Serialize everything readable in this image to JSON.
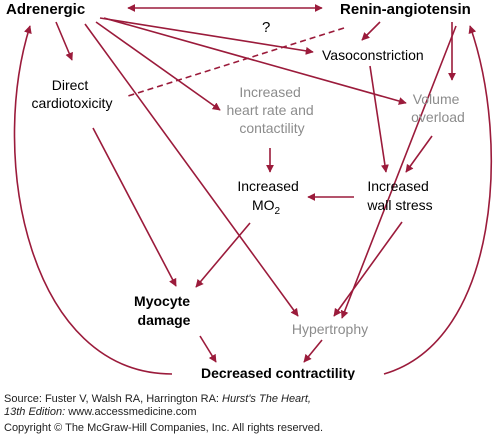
{
  "colors": {
    "arrow": "#9b1b3b",
    "text_dark": "#000000",
    "text_gray": "#8c8c8c",
    "caption_text": "#222222"
  },
  "nodes": {
    "adrenergic": "Adrenergic",
    "renin_angiotensin": "Renin-angiotensin",
    "question_mark": "?",
    "vasoconstriction": "Vasoconstriction",
    "direct_cardiotoxicity": [
      "Direct",
      "cardiotoxicity"
    ],
    "heart_rate": [
      "Increased",
      "heart rate and",
      "contactility"
    ],
    "volume_overload": [
      "Volume",
      "overload"
    ],
    "increased_mo2": [
      "Increased",
      "MO",
      "2"
    ],
    "wall_stress": [
      "Increased",
      "wall stress"
    ],
    "myocyte_damage": [
      "Myocyte",
      "damage"
    ],
    "hypertrophy": "Hypertrophy",
    "decreased_contractility": "Decreased contractility"
  },
  "caption": {
    "source_prefix": "Source: Fuster V, Walsh RA, Harrington RA: ",
    "source_title": "Hurst's The Heart,",
    "edition": "13th Edition:",
    "url": " www.accessmedicine.com",
    "copyright": "Copyright © The McGraw-Hill Companies, Inc. All rights reserved."
  }
}
